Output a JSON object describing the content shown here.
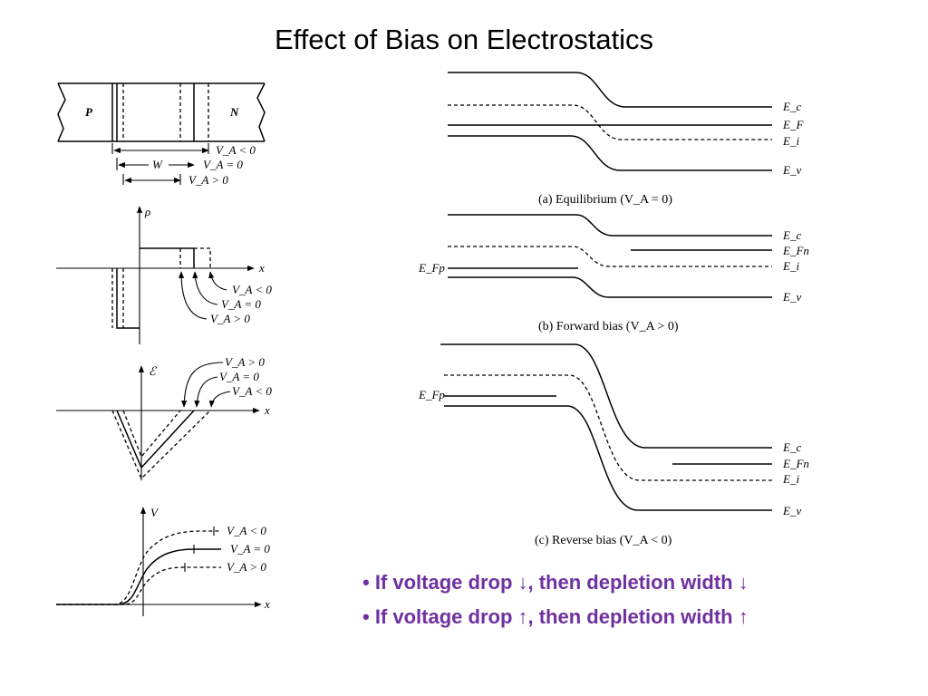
{
  "title": "Effect of Bias on Electrostatics",
  "pn": {
    "p": "P",
    "n": "N",
    "va_lt": "V_A < 0",
    "w": "W",
    "va_eq": "V_A = 0",
    "va_gt": "V_A > 0"
  },
  "rho": {
    "axis": "ρ",
    "x": "x",
    "va_lt": "V_A < 0",
    "va_eq": "V_A = 0",
    "va_gt": "V_A > 0"
  },
  "efield": {
    "axis": "ℰ",
    "x": "x",
    "va_gt": "V_A > 0",
    "va_eq": "V_A = 0",
    "va_lt": "V_A < 0"
  },
  "potential": {
    "axis": "V",
    "x": "x",
    "va_lt": "V_A < 0",
    "va_eq": "V_A = 0",
    "va_gt": "V_A > 0"
  },
  "band_a": {
    "ec": "E_c",
    "ef": "E_F",
    "ei": "E_i",
    "ev": "E_v",
    "caption": "(a) Equilibrium (V_A = 0)"
  },
  "band_b": {
    "ec": "E_c",
    "efn": "E_Fn",
    "efp": "E_Fp",
    "ei": "E_i",
    "ev": "E_v",
    "caption": "(b) Forward bias (V_A > 0)"
  },
  "band_c": {
    "efp": "E_Fp",
    "ec": "E_c",
    "efn": "E_Fn",
    "ei": "E_i",
    "ev": "E_v",
    "caption": "(c) Reverse bias (V_A < 0)"
  },
  "bullets": [
    "• If voltage drop ↓, then depletion width ↓",
    "• If voltage drop ↑, then depletion width ↑"
  ],
  "colors": {
    "bullet_text": "#7030a0"
  }
}
